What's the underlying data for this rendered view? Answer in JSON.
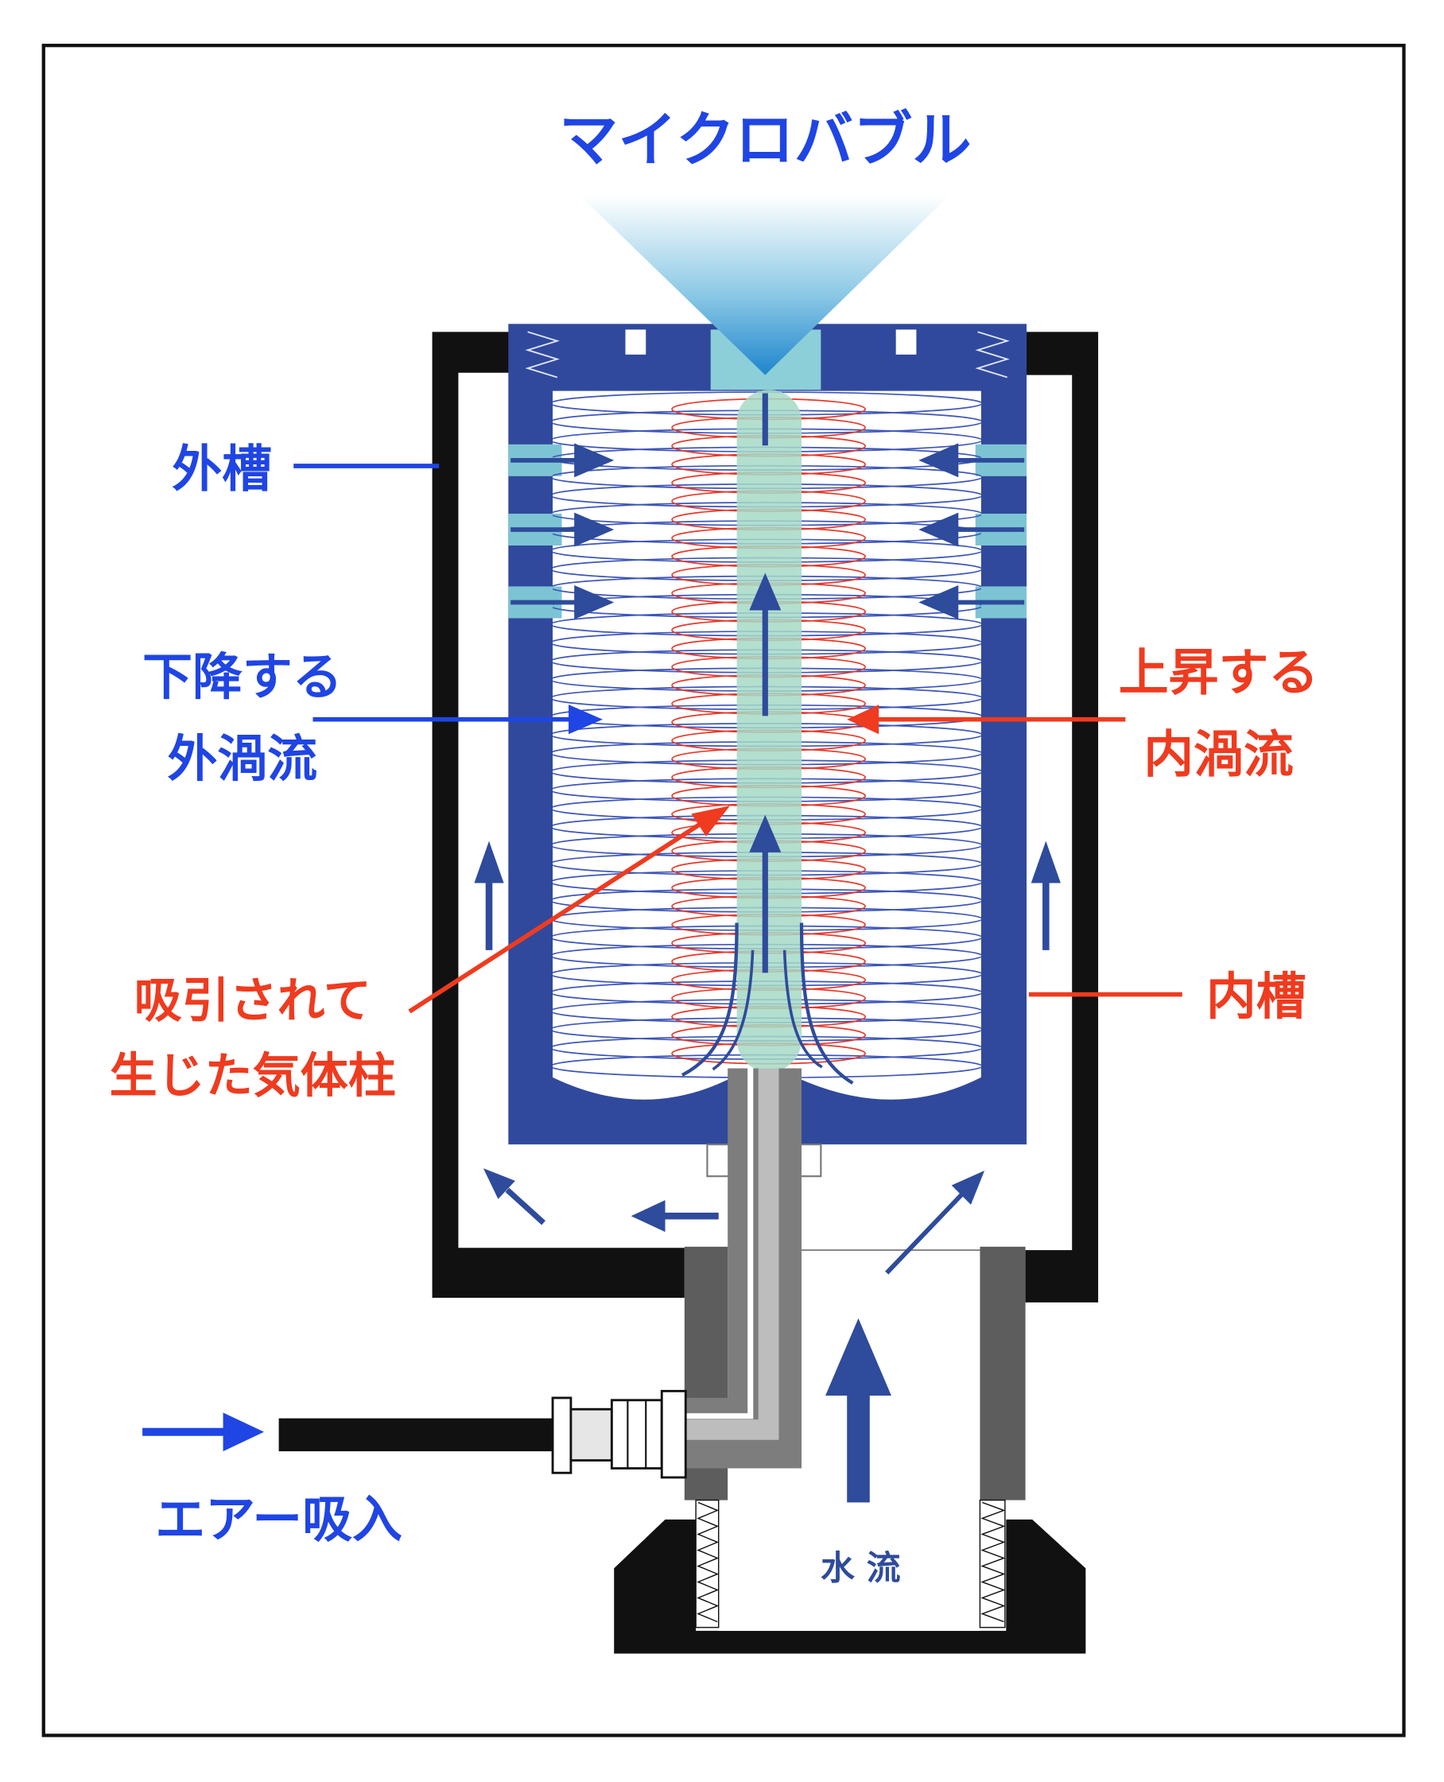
{
  "title": "マイクロバブル",
  "labels": {
    "outer_tank": "外槽",
    "descending_vortex": [
      "下降する",
      "外渦流"
    ],
    "ascending_vortex": [
      "上昇する",
      "内渦流"
    ],
    "gas_column": [
      "吸引されて",
      "生じた気体柱"
    ],
    "inner_tank": "内槽",
    "air_intake": "エアー吸入",
    "water_flow": "水 流"
  },
  "colors": {
    "label_blue": "#1f45e4",
    "label_red": "#ef3b1f",
    "tank_blue": "#30499c",
    "arrow": "#2e4b9c",
    "nozzle_cyan": "#8ccfd8",
    "gas_column": "#a6d9c7"
  }
}
